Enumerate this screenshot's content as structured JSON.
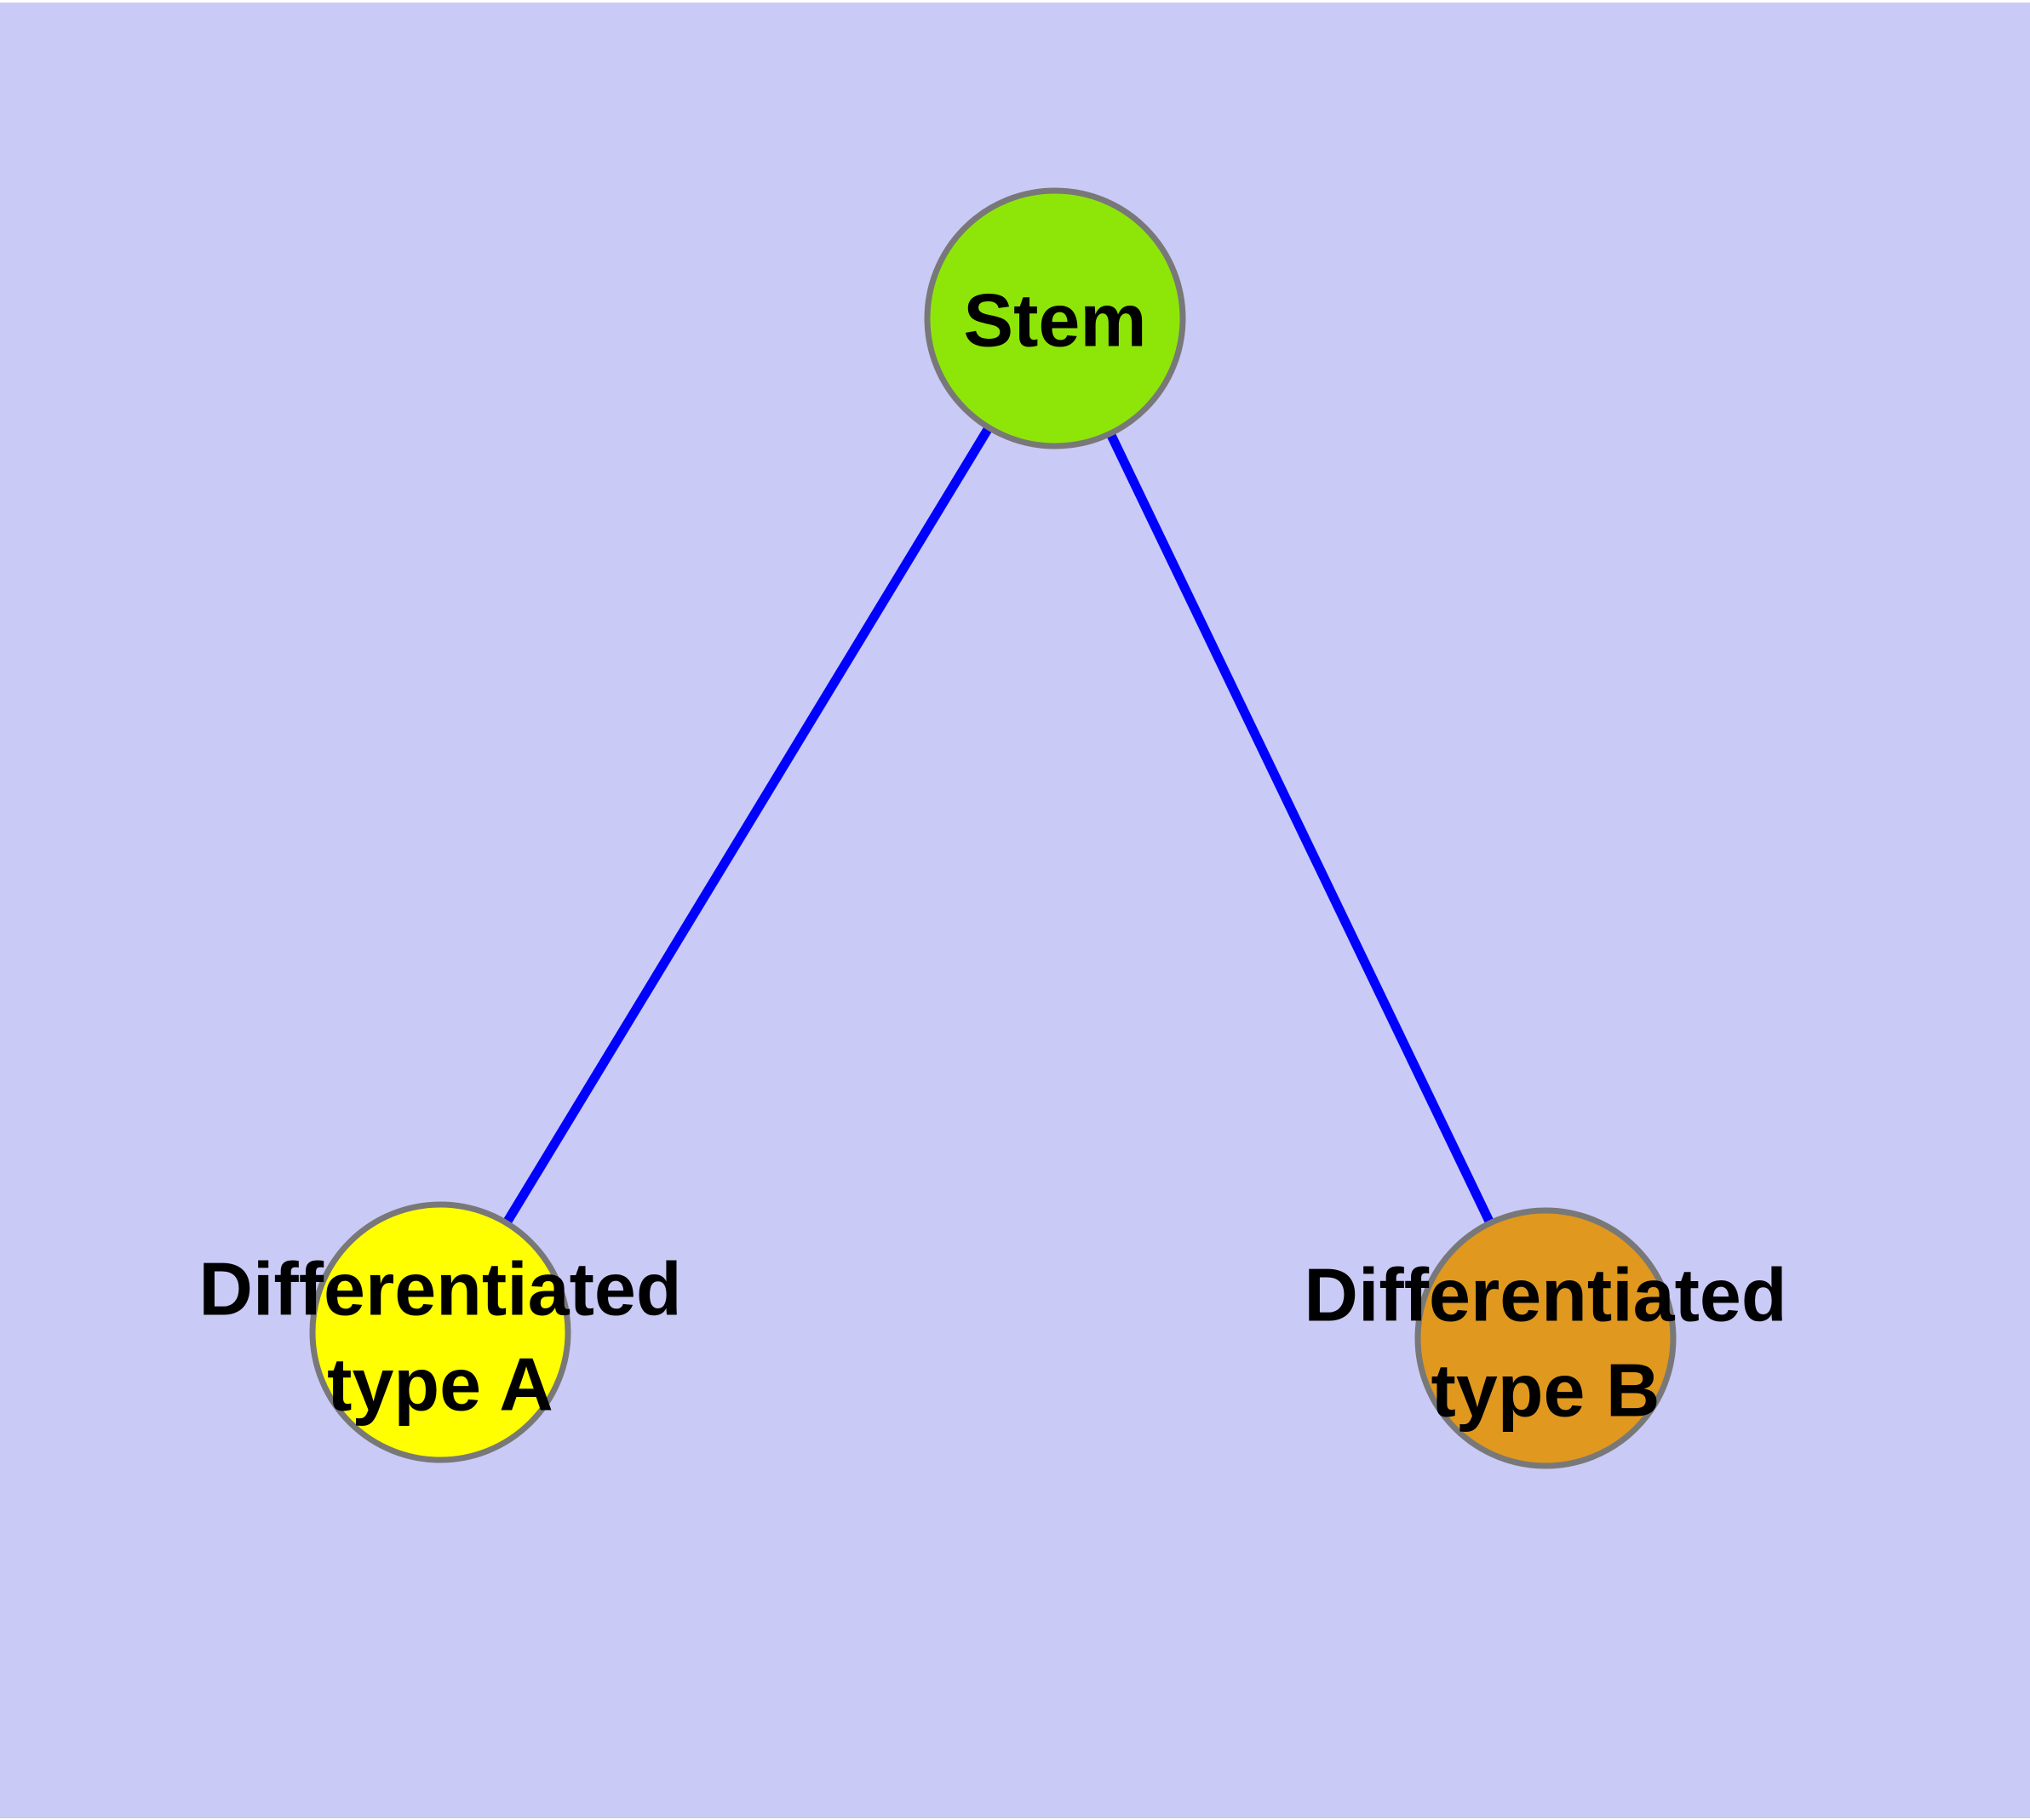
{
  "canvas": {
    "background_color": "#cacaf6",
    "frame_color": "#ffffff"
  },
  "graph": {
    "type": "node-link-diagram",
    "edge_color": "#0000ff",
    "node_border_color": "#787878",
    "label_color": "#000000",
    "nodes": [
      {
        "id": "stem",
        "label": "Stem",
        "lines": [
          "Stem"
        ],
        "color": "#8ee608"
      },
      {
        "id": "differentiated-type-a",
        "label": "Differentiated type A",
        "lines": [
          "Differentiated",
          "type A"
        ],
        "color": "#ffff00"
      },
      {
        "id": "differentiated-type-b",
        "label": "Differentiated type B",
        "lines": [
          "Differentiated",
          "type B"
        ],
        "color": "#e0981f"
      }
    ],
    "edges": [
      {
        "source": "Stem",
        "target": "Differentiated type A"
      },
      {
        "source": "Stem",
        "target": "Differentiated type B"
      }
    ]
  }
}
